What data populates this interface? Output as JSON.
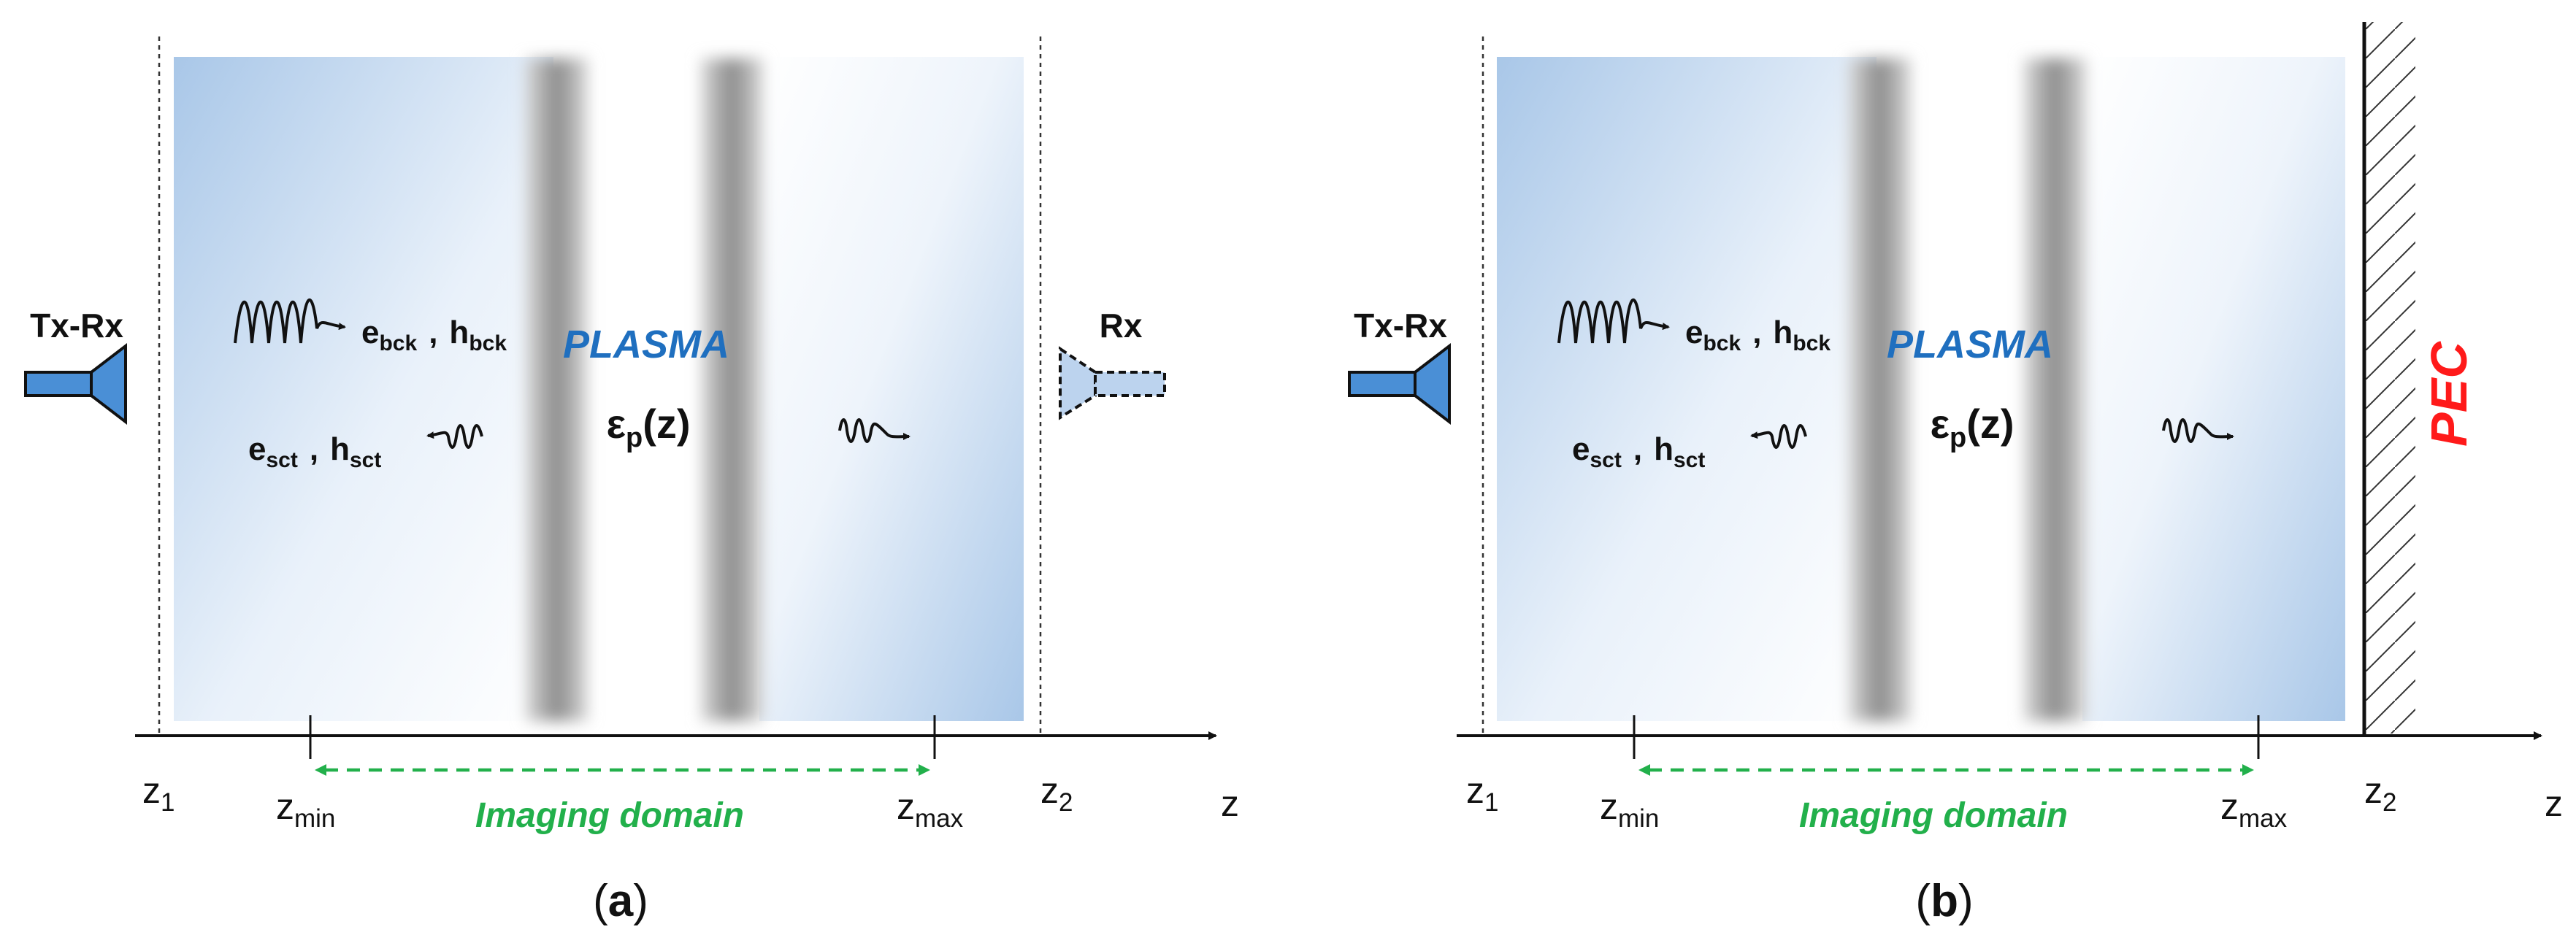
{
  "panels": [
    {
      "id": "a",
      "caption": "(a)",
      "left_antenna_label": "Tx-Rx",
      "right_label": "Rx",
      "right_boundary": "receiver",
      "medium_label": "PLASMA",
      "permittivity": {
        "symbol": "ε",
        "sub": "p",
        "arg": "(z)"
      },
      "bck_fields": {
        "e": "e",
        "e_sub": "bck",
        "h": "h",
        "h_sub": "bck"
      },
      "sct_fields": {
        "e": "e",
        "e_sub": "sct",
        "h": "h",
        "h_sub": "sct"
      },
      "axis": {
        "z1": {
          "base": "z",
          "sub": "1"
        },
        "zmin": {
          "base": "z",
          "sub": "min"
        },
        "zmax": {
          "base": "z",
          "sub": "max"
        },
        "z2": {
          "base": "z",
          "sub": "2"
        },
        "z": "z"
      },
      "domain_label": "Imaging domain"
    },
    {
      "id": "b",
      "caption": "(b)",
      "left_antenna_label": "Tx-Rx",
      "right_label": "PEC",
      "right_boundary": "pec",
      "medium_label": "PLASMA",
      "permittivity": {
        "symbol": "ε",
        "sub": "p",
        "arg": "(z)"
      },
      "bck_fields": {
        "e": "e",
        "e_sub": "bck",
        "h": "h",
        "h_sub": "bck"
      },
      "sct_fields": {
        "e": "e",
        "e_sub": "sct",
        "h": "h",
        "h_sub": "sct"
      },
      "axis": {
        "z1": {
          "base": "z",
          "sub": "1"
        },
        "zmin": {
          "base": "z",
          "sub": "min"
        },
        "zmax": {
          "base": "z",
          "sub": "max"
        },
        "z2": {
          "base": "z",
          "sub": "2"
        },
        "z": "z"
      },
      "domain_label": "Imaging domain"
    }
  ],
  "colors": {
    "plasma_label": "#1f6fbf",
    "domain_label": "#22b04b",
    "domain_arrow": "#22b04b",
    "pec_label": "#ff1a1a",
    "antenna_fill": "#4a8fd6",
    "rx_fill": "#bcd3ee",
    "gradient_blue": "#a9c7e8",
    "slab_gray": "#8a8a8a",
    "ink": "#111111"
  }
}
